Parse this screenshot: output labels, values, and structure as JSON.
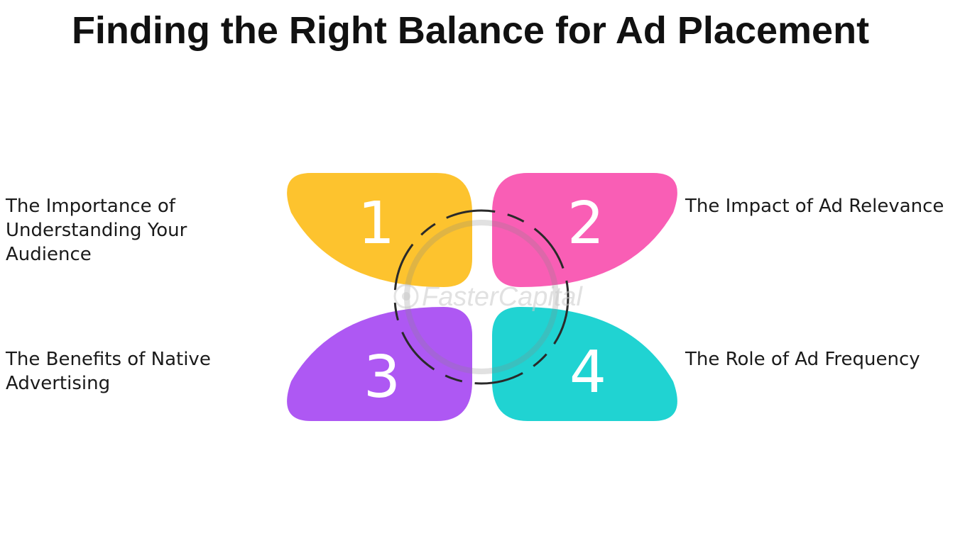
{
  "title": "Finding the Right Balance for Ad Placement",
  "items": [
    {
      "number": "1",
      "label": "The Importance of Understanding Your Audience",
      "color": "#FDC32E"
    },
    {
      "number": "2",
      "label": "The Impact of Ad Relevance",
      "color": "#F95EB5"
    },
    {
      "number": "3",
      "label": "The Benefits of Native Advertising",
      "color": "#AE58F3"
    },
    {
      "number": "4",
      "label": "The Role of Ad Frequency",
      "color": "#20D3D2"
    }
  ],
  "watermark": "FasterCapital",
  "ring_color": "#2a2a2a"
}
